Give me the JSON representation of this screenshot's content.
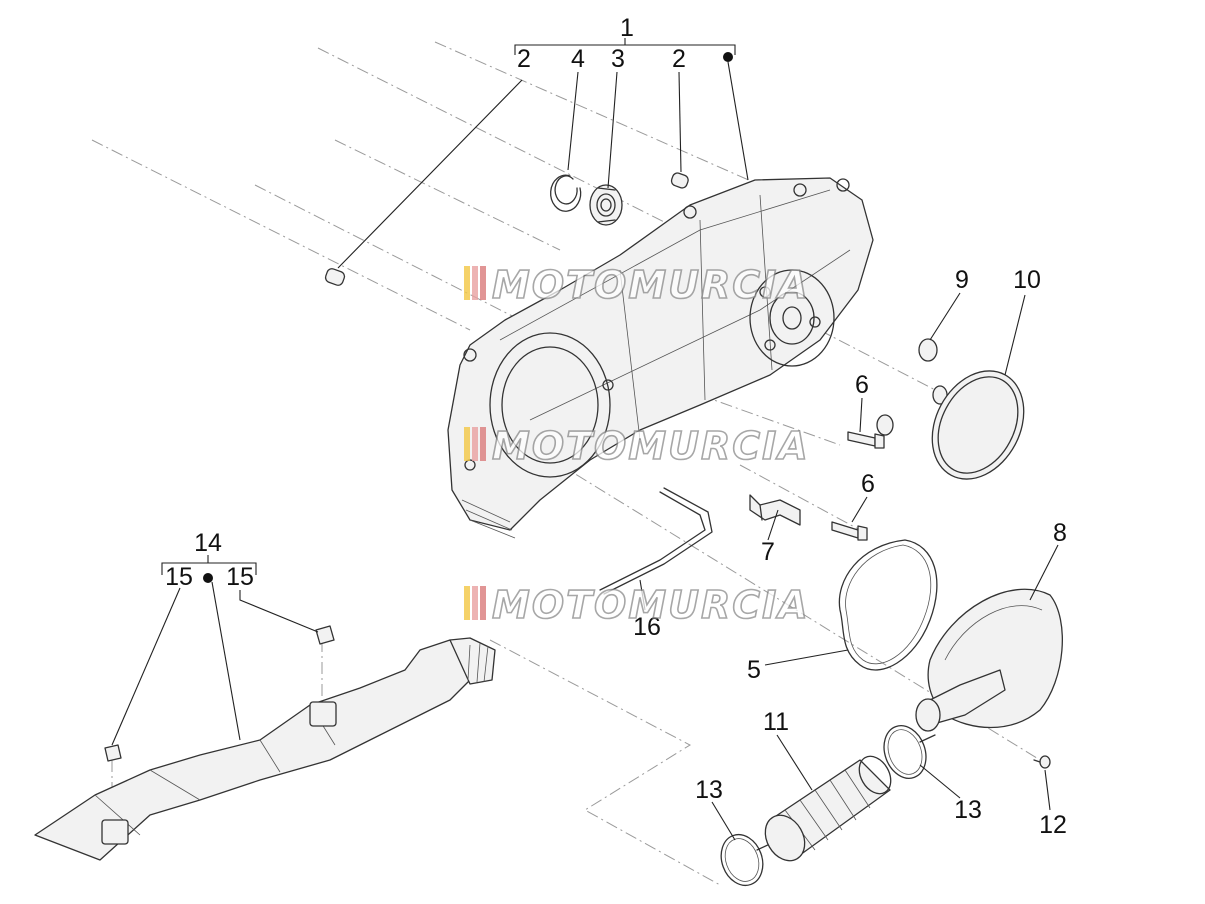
{
  "callouts": {
    "c1": "1",
    "c2a": "2",
    "c2b": "2",
    "c3": "3",
    "c4": "4",
    "c5": "5",
    "c6a": "6",
    "c6b": "6",
    "c7": "7",
    "c8": "8",
    "c9": "9",
    "c10": "10",
    "c11": "11",
    "c12": "12",
    "c13a": "13",
    "c13b": "13",
    "c14": "14",
    "c15a": "15",
    "c15b": "15",
    "c16": "16"
  },
  "watermark": {
    "text": "MOTOMURCIA",
    "colors": [
      "#f2c744",
      "#e8a0a0",
      "#d97a7a"
    ]
  },
  "colors": {
    "line": "#333333",
    "dash": "#9a9a9a",
    "fill": "#f2f2f2"
  }
}
